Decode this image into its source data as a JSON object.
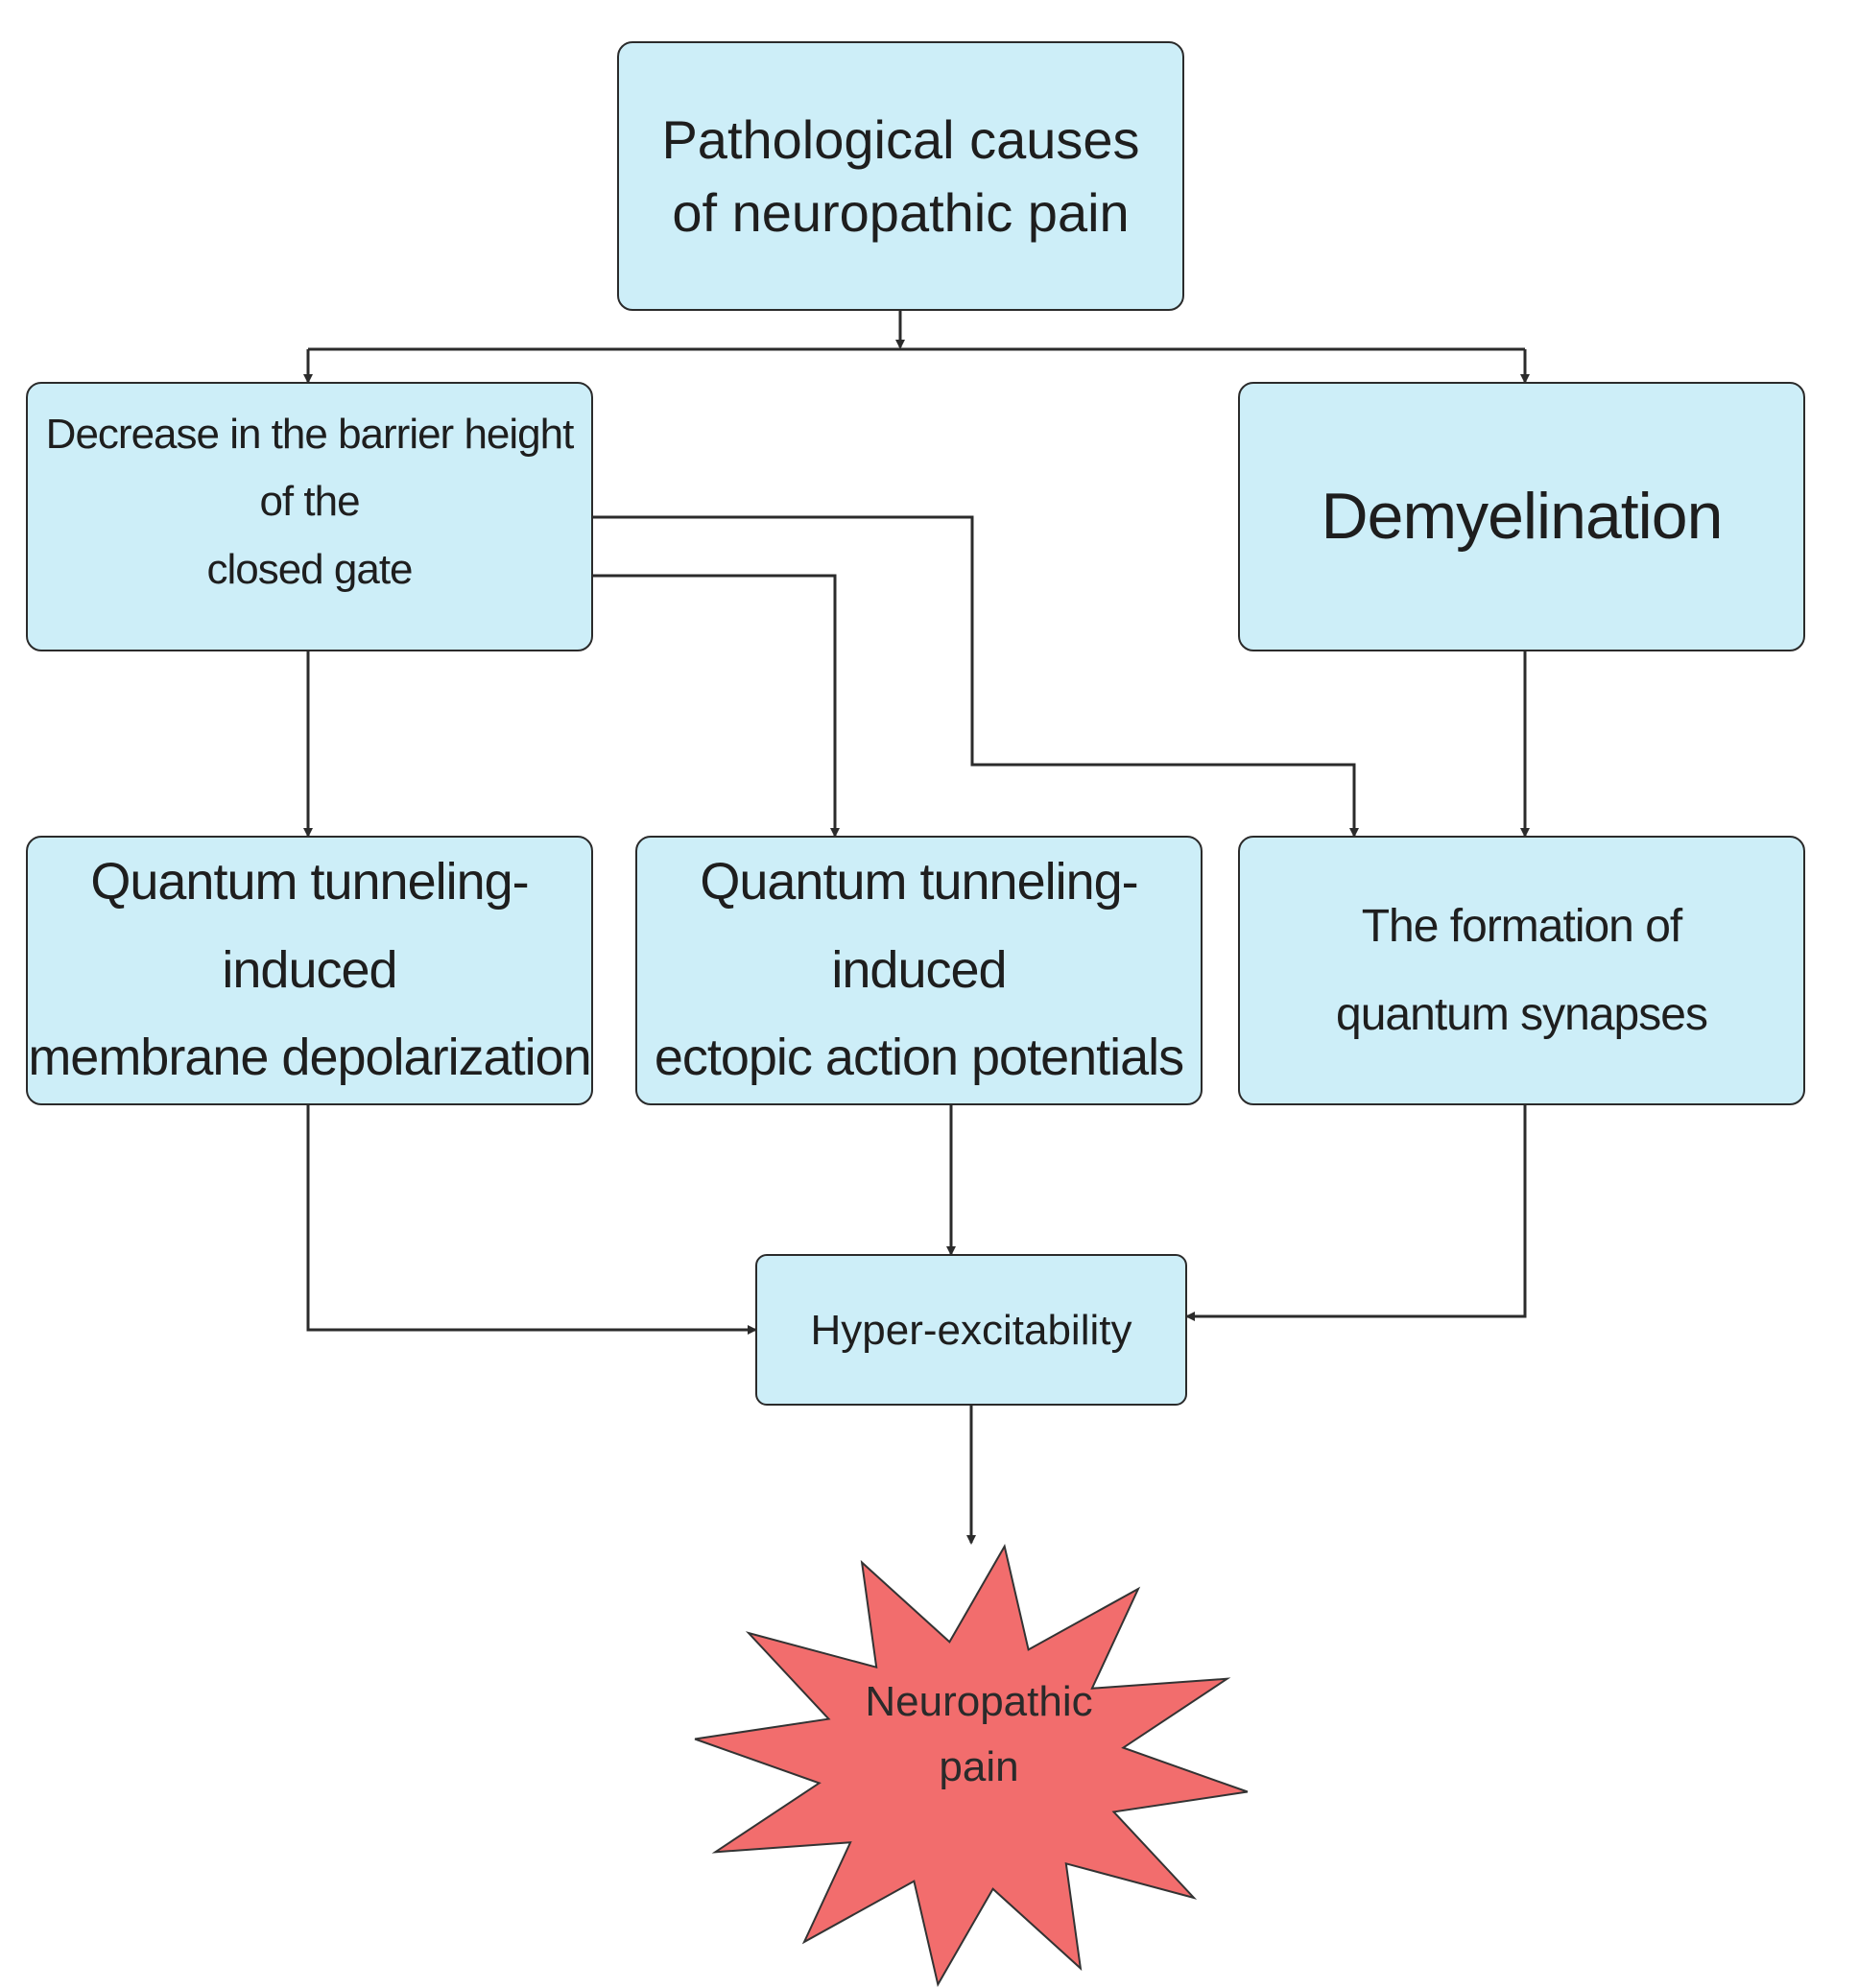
{
  "nodes": {
    "top": "Pathological causes of neuropathic pain",
    "top_lines": [
      "Pathological causes",
      "of neuropathic pain"
    ],
    "barrier_lines": [
      "Decrease in the barrier height of the",
      "closed gate"
    ],
    "demyelination": "Demyelination",
    "depolarization_lines": [
      "Quantum tunneling-induced",
      "membrane depolarization"
    ],
    "ectopic_lines": [
      "Quantum tunneling-induced",
      "ectopic action potentials"
    ],
    "synapse_lines": [
      "The formation of",
      "quantum synapses"
    ],
    "hyper": "Hyper-excitability",
    "outcome_lines": [
      "Neuropathic",
      "pain"
    ]
  },
  "colors": {
    "box_fill": "#cdeef8",
    "box_stroke": "#2b2b2b",
    "arrow": "#2b2b2b",
    "star_fill": "#f26d6d",
    "star_stroke": "#333333"
  },
  "edges": [
    {
      "from": "top",
      "to": "barrier"
    },
    {
      "from": "top",
      "to": "demyelination"
    },
    {
      "from": "barrier",
      "to": "depolarization"
    },
    {
      "from": "barrier",
      "to": "ectopic"
    },
    {
      "from": "barrier",
      "to": "synapse"
    },
    {
      "from": "demyelination",
      "to": "synapse"
    },
    {
      "from": "depolarization",
      "to": "hyper"
    },
    {
      "from": "ectopic",
      "to": "hyper"
    },
    {
      "from": "synapse",
      "to": "hyper"
    },
    {
      "from": "hyper",
      "to": "outcome"
    }
  ]
}
